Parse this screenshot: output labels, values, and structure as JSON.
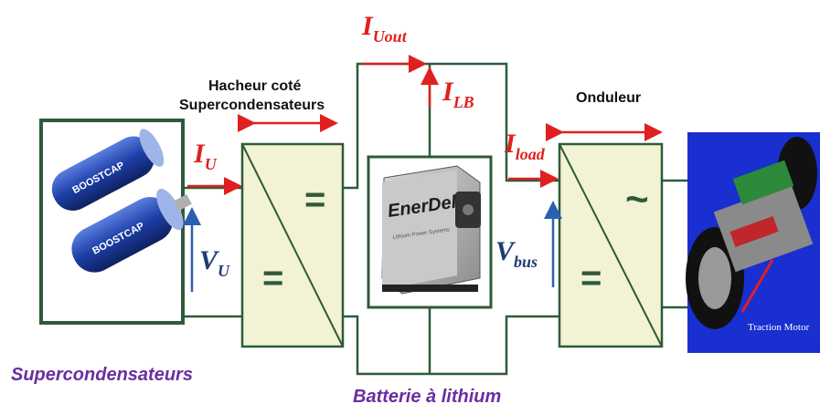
{
  "title_chopper": [
    "Hacheur coté",
    "Supercondensateurs"
  ],
  "title_inverter": "Onduleur",
  "supercap_caption": "Supercondensateurs",
  "battery_caption": "Batterie à lithium",
  "supercap_brand": "BOOSTCAP",
  "battery_brand": "EnerDel",
  "battery_subbrand": "Lithium Power Systems",
  "motor_caption": "Traction Motor",
  "symbols": {
    "i_u": {
      "base": "I",
      "sub": "U"
    },
    "v_u": {
      "base": "V",
      "sub": "U"
    },
    "i_uout": {
      "base": "I",
      "sub": "Uout"
    },
    "i_lb": {
      "base": "I",
      "sub": "LB"
    },
    "i_load": {
      "base": "I",
      "sub": "load"
    },
    "v_bus": {
      "base": "V",
      "sub": "bus"
    }
  },
  "converter_marks": {
    "dc": "=",
    "ac": "~"
  },
  "colors": {
    "wire": "#2f5a3a",
    "current": "#e02020",
    "voltage": "#1f3c78",
    "box_fill": "#f2f2d4",
    "caption": "#6a2ea0",
    "motor_bg": "#1a2fd0"
  }
}
